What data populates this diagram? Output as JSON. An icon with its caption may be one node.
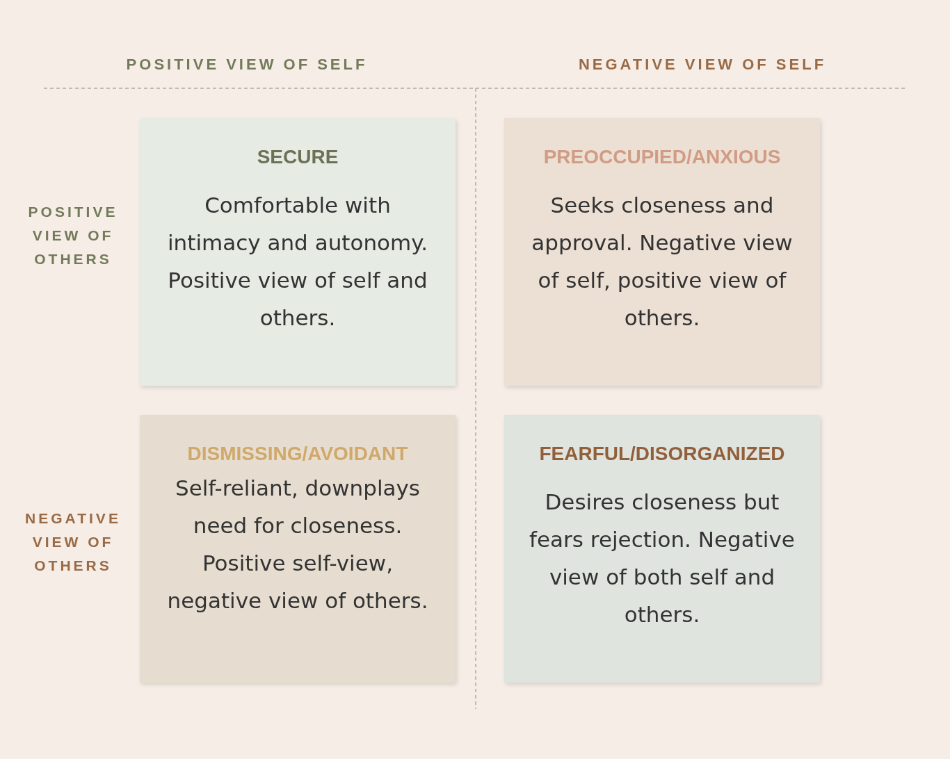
{
  "diagram": {
    "nodes": [
      {
        "text": [
          "SECURE",
          "Comfortable with intimacy and autonomy. Positive view of self and others."
        ]
      },
      {
        "text": [
          "PREOCCUPIED/ANXIOUS",
          "Seeks closeness and approval. Negative view of self, positive view of others."
        ]
      },
      {
        "text": [
          "DISMISSING/AVOIDANT",
          "Self-reliant, downplays need for closeness. Positive self-view, negative view of others."
        ]
      },
      {
        "text": [
          "FEARFUL/DISORGANIZED",
          "Desires closeness but fears rejection. Negative view of both self and others."
        ]
      }
    ],
    "labels": [
      "POSITIVE VIEW OF SELF",
      "NEGATIVE VIEW OF SELF",
      "POSITIVE VIEW OF OTHERS",
      "NEGATIVE VIEW OF OTHERS"
    ]
  }
}
